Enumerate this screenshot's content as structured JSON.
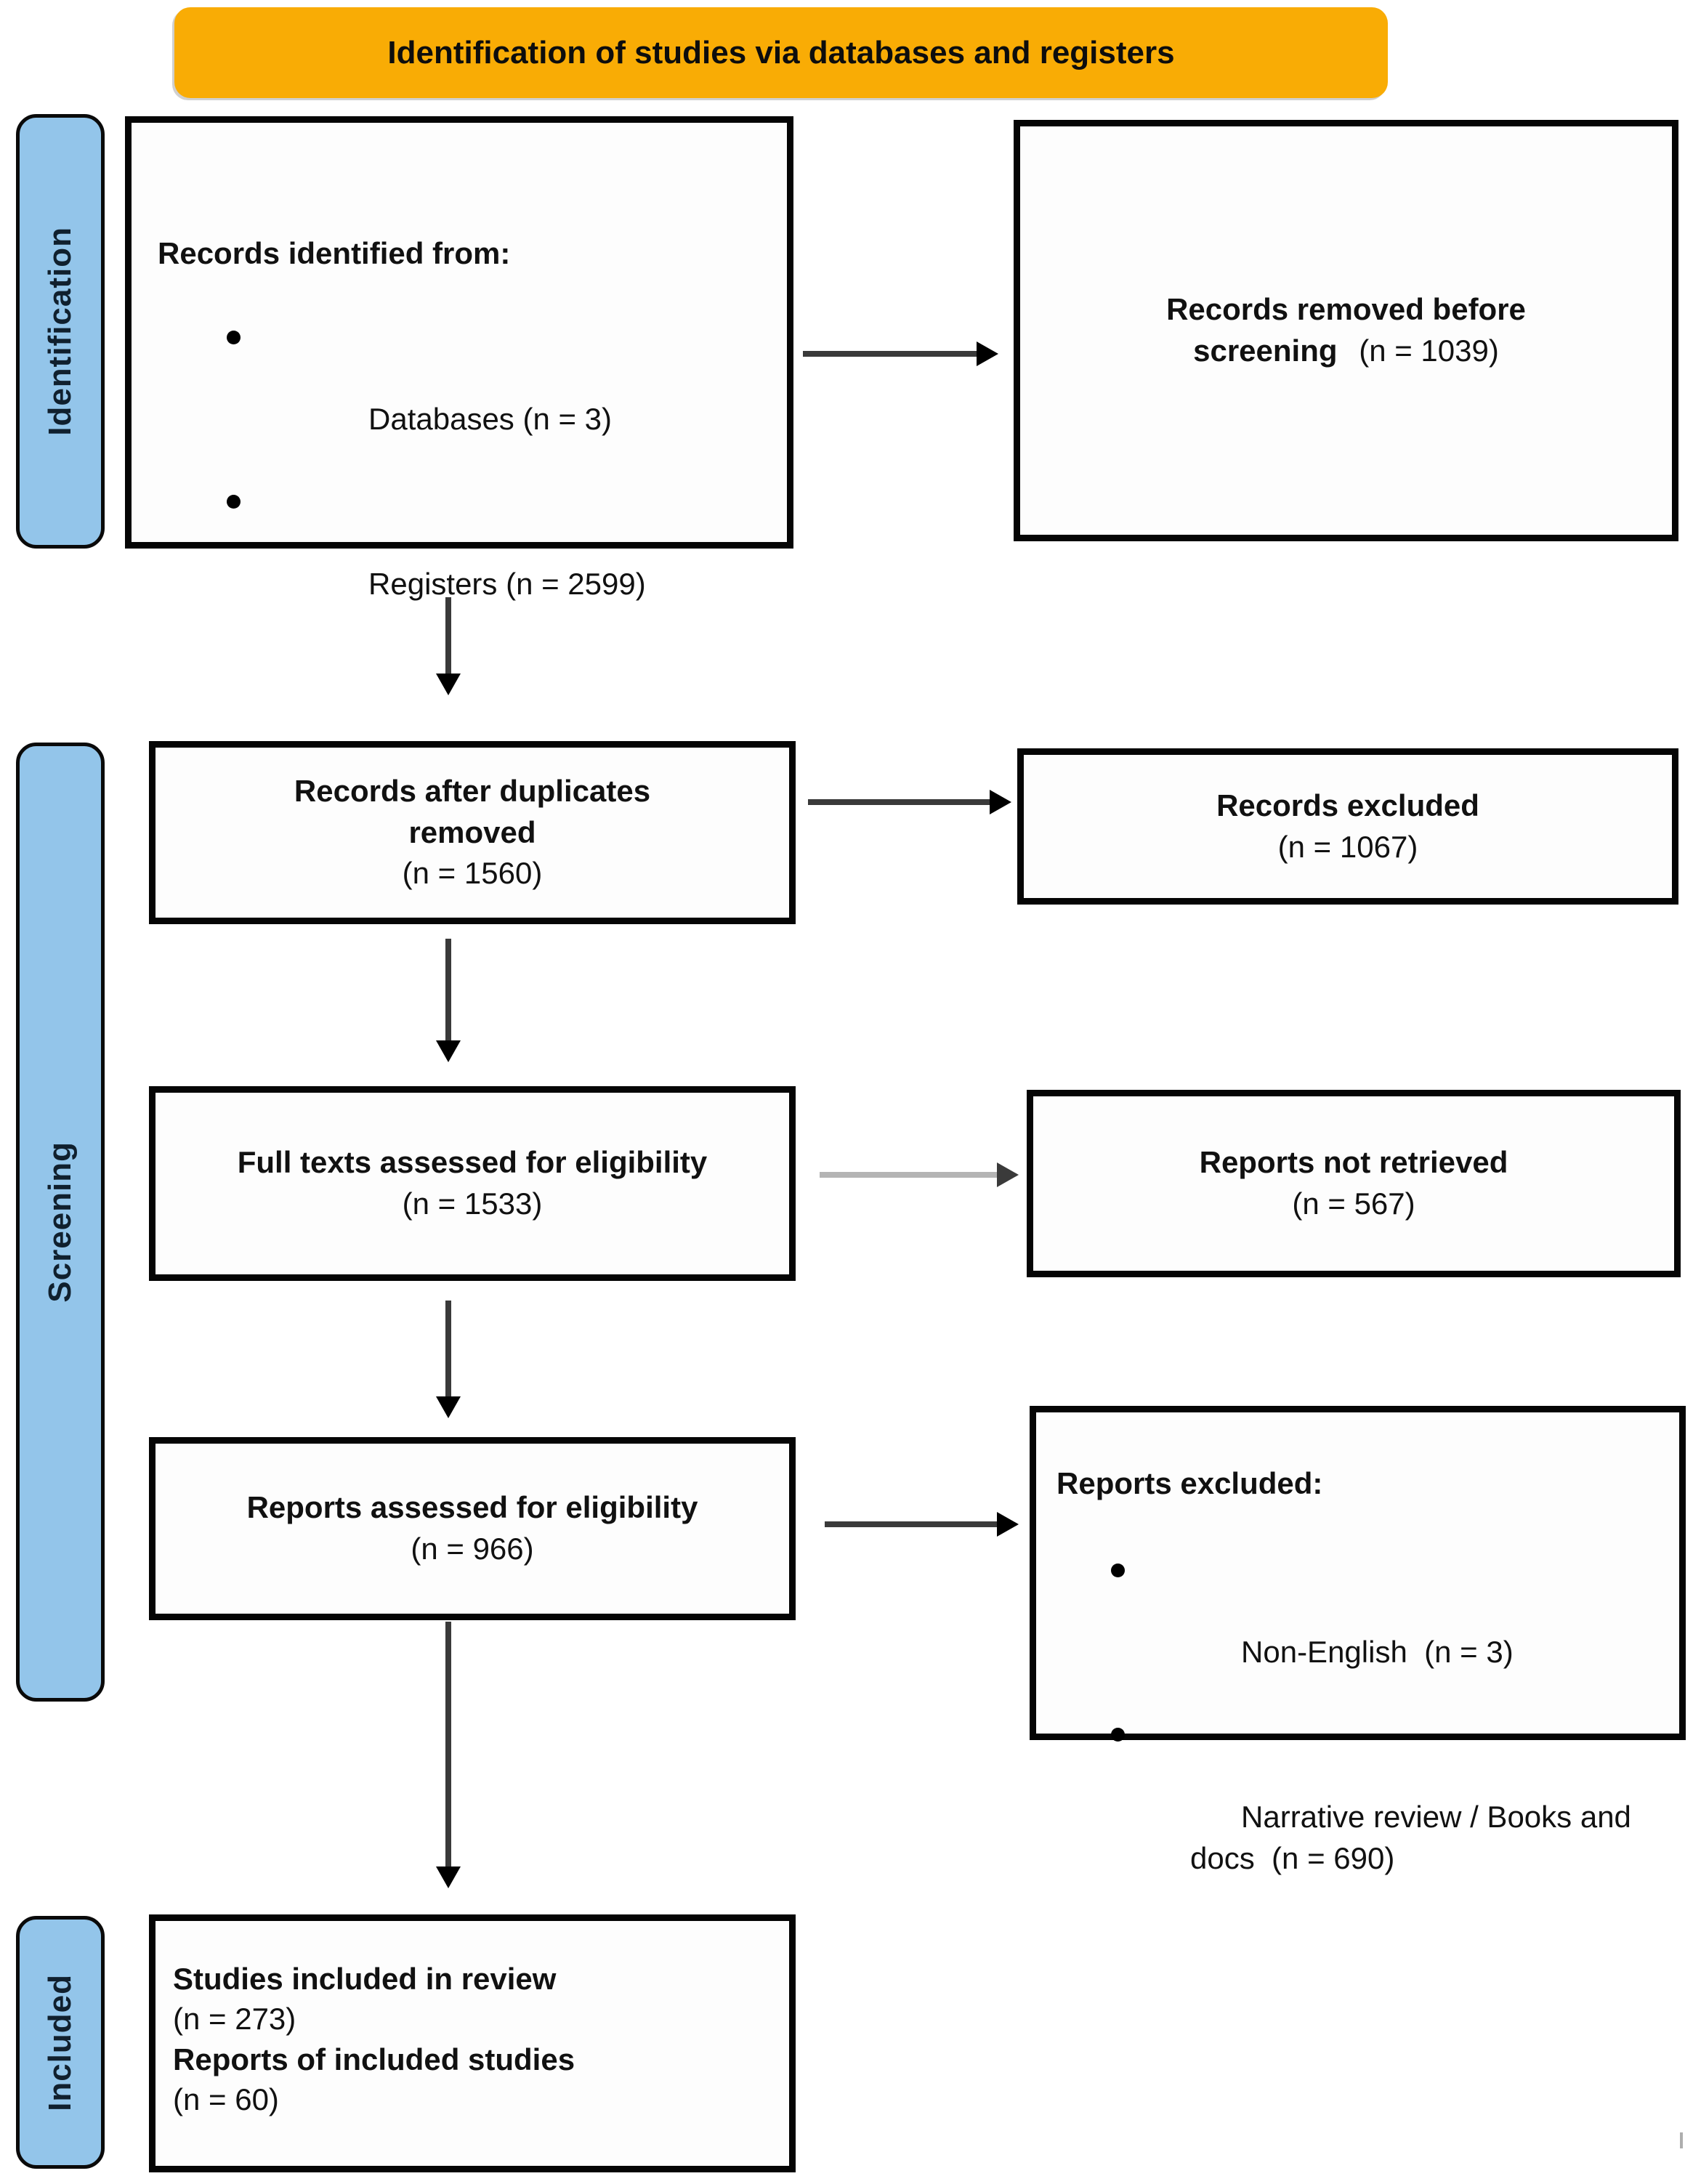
{
  "banner": {
    "title": "Identification of studies via databases and registers"
  },
  "sidebar": {
    "identification": {
      "label": "Identification"
    },
    "screening": {
      "label": "Screening"
    },
    "included": {
      "label": "Included"
    }
  },
  "flow": {
    "records_identified": {
      "title": "Records identified from:",
      "bullets": [
        "Databases (n = 3)",
        "Registers (n = 2599)"
      ]
    },
    "records_removed": {
      "title": "Records removed before screening",
      "n": "(n = 1039)"
    },
    "records_after_duplicates": {
      "title": "Records after duplicates removed",
      "n": "(n = 1560)"
    },
    "records_excluded": {
      "title": "Records excluded",
      "n": "(n = 1067)"
    },
    "full_texts_assessed": {
      "title": "Full texts assessed for eligibility",
      "n": "(n = 1533)"
    },
    "reports_not_retrieved": {
      "title": "Reports not retrieved",
      "n": "(n = 567)"
    },
    "reports_assessed": {
      "title": "Reports assessed for eligibility",
      "n": "(n = 966)"
    },
    "reports_excluded": {
      "title": "Reports excluded:",
      "bullets": [
        "Non-English  (n = 3)",
        "Narrative review / Books and docs  (n = 690)"
      ]
    },
    "included_box": {
      "line1_title": "Studies included in review",
      "line1_n": "(n = 273)",
      "line2_title": "Reports of included studies",
      "line2_n": "(n = 60)"
    }
  },
  "colors": {
    "banner_bg": "#F9AC05",
    "sidebar_bg": "#93C5EA",
    "arrow_dark": "#3a3a3a",
    "arrow_gray": "#b4b4b4"
  }
}
